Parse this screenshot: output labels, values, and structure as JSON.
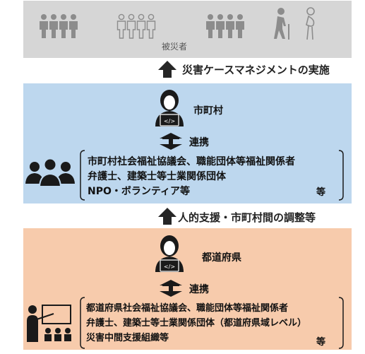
{
  "victims": {
    "label": "被災者",
    "icons": [
      "family-group-icon",
      "family-group-outline-icon",
      "family-group-icon",
      "elderly-person-icon",
      "pregnant-woman-icon"
    ]
  },
  "arrow1": {
    "label": "災害ケースマネジメントの実施"
  },
  "municipality": {
    "label": "市町村",
    "link_label": "連携",
    "list": [
      "市町村社会福祉協議会、職能団体等福祉関係者",
      "弁護士、建築士等士業関係団体",
      "NPO・ボランティア等"
    ],
    "etc": "等"
  },
  "arrow2": {
    "label": "人的支援・市町村間の調整等"
  },
  "prefecture": {
    "label": "都道府県",
    "link_label": "連携",
    "list": [
      "都道府県社会福祉協議会、職能団体等福祉関係者",
      "弁護士、建築士等士業関係団体（都道府県域レベル）",
      "災害中間支援組織等"
    ],
    "etc": "等"
  },
  "colors": {
    "victims_band": "#d6d6d6",
    "municipality_band": "#bdd7ee",
    "prefecture_band": "#f7cbac",
    "icon_dark": "#1a1a1a",
    "icon_gray": "#8c8c8c"
  }
}
